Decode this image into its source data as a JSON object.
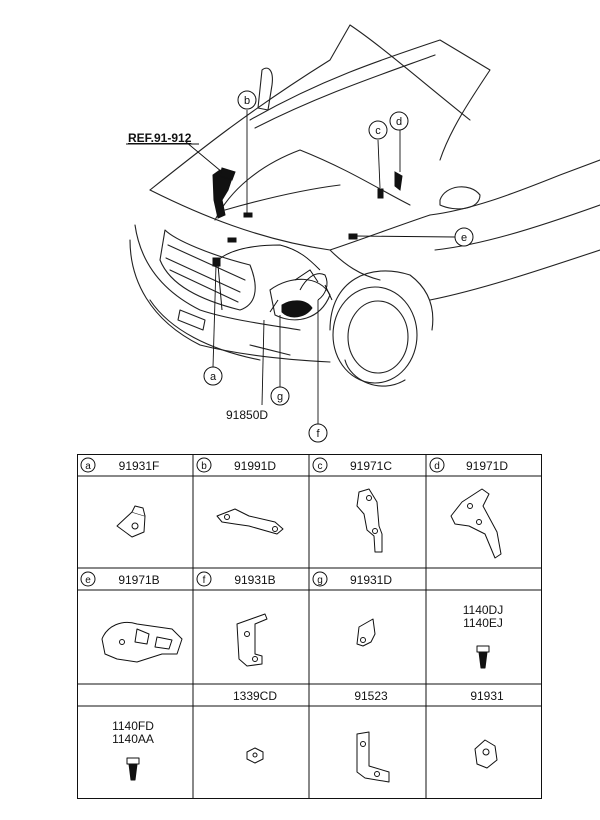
{
  "diagram": {
    "ref_label": "REF.91-912",
    "main_part": "91850D",
    "callouts": [
      "a",
      "b",
      "c",
      "d",
      "e",
      "f",
      "g"
    ]
  },
  "table": {
    "rows": [
      [
        {
          "letter": "a",
          "part": "91931F"
        },
        {
          "letter": "b",
          "part": "91991D"
        },
        {
          "letter": "c",
          "part": "91971C"
        },
        {
          "letter": "d",
          "part": "91971D"
        }
      ],
      [
        {
          "letter": "e",
          "part": "91971B"
        },
        {
          "letter": "f",
          "part": "91931B"
        },
        {
          "letter": "g",
          "part": "91931D"
        },
        {
          "letter": "",
          "part": ""
        }
      ],
      [
        {
          "letter": "",
          "part": ""
        },
        {
          "letter": "",
          "part": "1339CD"
        },
        {
          "letter": "",
          "part": "91523"
        },
        {
          "letter": "",
          "part": "91931"
        }
      ]
    ],
    "inline_parts": {
      "bolt_top": [
        "1140DJ",
        "1140EJ"
      ],
      "bolt_bottom": [
        "1140FD",
        "1140AA"
      ]
    }
  }
}
